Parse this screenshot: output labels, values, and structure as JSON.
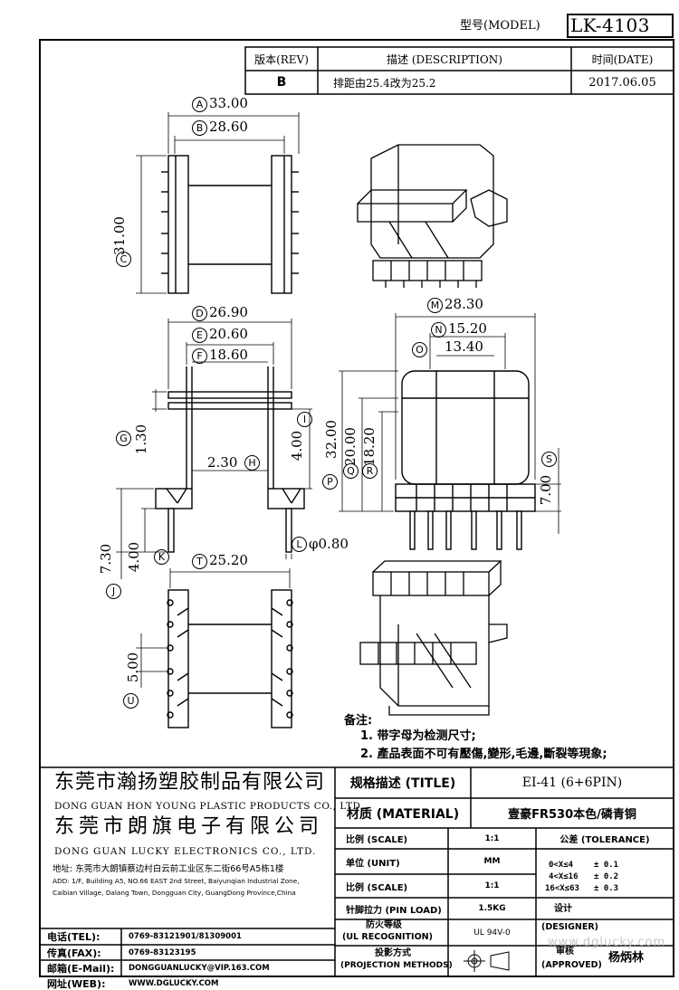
{
  "header": {
    "model_label": "型号(MODEL)",
    "model_value": "LK-4103"
  },
  "revision_table": {
    "rev_header": "版本(REV)",
    "desc_header": "描述 (DESCRIPTION)",
    "date_header": "时间(DATE)",
    "rows": [
      {
        "rev": "B",
        "description": "排距由25.4改为25.2",
        "date": "2017.06.05"
      }
    ]
  },
  "dimensions": {
    "A": {
      "letter": "A",
      "value": "33.00"
    },
    "B": {
      "letter": "B",
      "value": "28.60"
    },
    "C": {
      "letter": "C",
      "value": "31.00"
    },
    "D": {
      "letter": "D",
      "value": "26.90"
    },
    "E": {
      "letter": "E",
      "value": "20.60"
    },
    "F": {
      "letter": "F",
      "value": "18.60"
    },
    "G": {
      "letter": "G",
      "value": "1.30"
    },
    "H": {
      "letter": "H",
      "value": "2.30"
    },
    "I": {
      "letter": "I",
      "value": "4.00"
    },
    "J": {
      "letter": "J",
      "value": "7.30"
    },
    "K": {
      "letter": "K",
      "value": "4.00"
    },
    "L": {
      "letter": "L",
      "value": "φ0.80"
    },
    "M": {
      "letter": "M",
      "value": "28.30"
    },
    "N": {
      "letter": "N",
      "value": "15.20"
    },
    "O": {
      "letter": "O",
      "value": "13.40"
    },
    "P": {
      "letter": "P",
      "value": "32.00"
    },
    "Q": {
      "letter": "Q",
      "value": "20.00"
    },
    "R": {
      "letter": "R",
      "value": "18.20"
    },
    "S": {
      "letter": "S",
      "value": "7.00"
    },
    "T": {
      "letter": "T",
      "value": "25.20"
    },
    "U": {
      "letter": "U",
      "value": "5.00"
    }
  },
  "notes": {
    "title": "备注:",
    "items": [
      "1. 带字母为检测尺寸;",
      "2. 產品表面不可有壓傷,變形,毛邊,斷裂等現象;"
    ]
  },
  "company": {
    "name1_cn": "东莞市瀚扬塑胶制品有限公司",
    "name1_en": "DONG GUAN HON YOUNG PLASTIC PRODUCTS CO., LTD.",
    "name2_cn": "东莞市朗旗电子有限公司",
    "name2_en": "DONG GUAN LUCKY ELECTRONICS CO., LTD.",
    "address_cn": "地址: 东莞市大朗镇蔡边村白云前工业区东二街66号A5栋1楼",
    "address_en1": "ADD: 1/F, Building A5, NO.66 EAST 2nd Street, Baiyunqian Industrial Zone,",
    "address_en2": "Caibian Village, Dalang Town, Dongguan City, GuangDong Province,China"
  },
  "contact": [
    {
      "label": "电话(TEL):",
      "value": "0769-83121901/81309001"
    },
    {
      "label": "传真(FAX):",
      "value": "0769-83123195"
    },
    {
      "label": "邮箱(E-Mail):",
      "value": "DONGGUANLUCKY@VIP.163.COM"
    },
    {
      "label": "网址(WEB):",
      "value": "WWW.DGLUCKY.COM"
    }
  ],
  "title_block": {
    "title_label": "规格描述 (TITLE)",
    "title_value": "EI-41 (6+6PIN)",
    "material_label": "材质 (MATERIAL)",
    "material_value": "壹豪FR530本色/磷青铜",
    "scale_label": "比例 (SCALE)",
    "scale_value": "1:1",
    "tolerance_label": "公差 (TOLERANCE)",
    "tolerance": [
      {
        "range": "0<X≤4",
        "value": "± 0.1"
      },
      {
        "range": "4<X≤16",
        "value": "± 0.2"
      },
      {
        "range": "16<X≤63",
        "value": "± 0.3"
      }
    ],
    "unit_label": "单位 (UNIT)",
    "unit_value": "MM",
    "scale2_label": "比例 (SCALE)",
    "scale2_value": "1:1",
    "pin_load_label": "针脚拉力 (PIN LOAD)",
    "pin_load_value": "1.5KG",
    "ul_label_cn": "防火等级",
    "ul_label_en": "(UL RECOGNITION)",
    "ul_value": "UL 94V-0",
    "designer_label_cn": "设计",
    "designer_label_en": "(DESIGNER)",
    "projection_label_cn": "投影方式",
    "projection_label_en": "(PROJECTION METHODS)",
    "approved_label_cn": "审核",
    "approved_label_en": "(APPROVED)",
    "approved_value": "杨炳林",
    "watermark": "www.dglucky.com"
  }
}
